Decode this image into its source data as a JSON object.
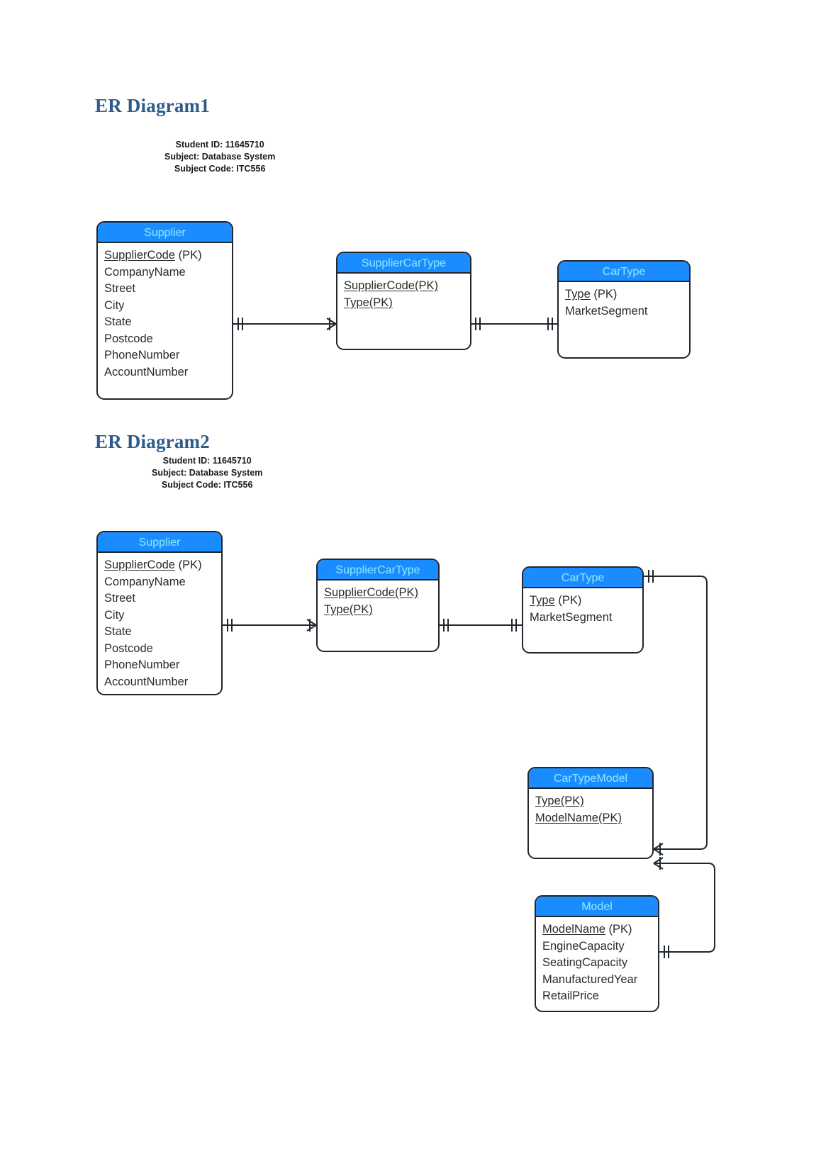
{
  "document": {
    "diagram1": {
      "heading": "ER Diagram1",
      "subtitle": {
        "student_id": "Student ID: 11645710",
        "subject": "Subject: Database System",
        "subject_code": "Subject Code: ITC556"
      }
    },
    "diagram2": {
      "heading": "ER Diagram2",
      "subtitle": {
        "student_id": "Student ID: 11645710",
        "subject": "Subject: Database System",
        "subject_code": "Subject Code: ITC556"
      }
    }
  },
  "colors": {
    "heading": "#2e5c8a",
    "entity_header_bg": "#1a8cff",
    "entity_header_text": "#7fe3ff",
    "entity_border": "#20262e",
    "entity_body_bg": "#ffffff",
    "attribute_text": "#2b2b2b",
    "connector": "#20262e"
  },
  "entities": {
    "d1_supplier": {
      "name": "Supplier",
      "attributes": [
        {
          "pk_name": "SupplierCode",
          "suffix": " (PK)"
        },
        {
          "pk_name": "",
          "suffix": "CompanyName"
        },
        {
          "pk_name": "",
          "suffix": "Street"
        },
        {
          "pk_name": "",
          "suffix": "City"
        },
        {
          "pk_name": "",
          "suffix": "State"
        },
        {
          "pk_name": "",
          "suffix": "Postcode"
        },
        {
          "pk_name": "",
          "suffix": "PhoneNumber"
        },
        {
          "pk_name": "",
          "suffix": "AccountNumber"
        }
      ]
    },
    "d1_suppliercartype": {
      "name": "SupplierCarType",
      "attributes": [
        {
          "pk_name": "SupplierCode(PK)",
          "suffix": ""
        },
        {
          "pk_name": "Type(PK)",
          "suffix": ""
        }
      ]
    },
    "d1_cartype": {
      "name": "CarType",
      "attributes": [
        {
          "pk_name": "Type",
          "suffix": " (PK)"
        },
        {
          "pk_name": "",
          "suffix": "MarketSegment"
        }
      ]
    },
    "d2_supplier": {
      "name": "Supplier",
      "attributes": [
        {
          "pk_name": "SupplierCode",
          "suffix": " (PK)"
        },
        {
          "pk_name": "",
          "suffix": "CompanyName"
        },
        {
          "pk_name": "",
          "suffix": "Street"
        },
        {
          "pk_name": "",
          "suffix": "City"
        },
        {
          "pk_name": "",
          "suffix": "State"
        },
        {
          "pk_name": "",
          "suffix": "Postcode"
        },
        {
          "pk_name": "",
          "suffix": "PhoneNumber"
        },
        {
          "pk_name": "",
          "suffix": "AccountNumber"
        }
      ]
    },
    "d2_suppliercartype": {
      "name": "SupplierCarType",
      "attributes": [
        {
          "pk_name": "SupplierCode(PK)",
          "suffix": ""
        },
        {
          "pk_name": "Type(PK)",
          "suffix": ""
        }
      ]
    },
    "d2_cartype": {
      "name": "CarType",
      "attributes": [
        {
          "pk_name": "Type",
          "suffix": " (PK)"
        },
        {
          "pk_name": "",
          "suffix": "MarketSegment"
        }
      ]
    },
    "d2_cartypemodel": {
      "name": "CarTypeModel",
      "attributes": [
        {
          "pk_name": "Type(PK)",
          "suffix": ""
        },
        {
          "pk_name": "ModelName(PK)",
          "suffix": ""
        }
      ]
    },
    "d2_model": {
      "name": "Model",
      "attributes": [
        {
          "pk_name": "ModelName",
          "suffix": " (PK)"
        },
        {
          "pk_name": "",
          "suffix": "EngineCapacity"
        },
        {
          "pk_name": "",
          "suffix": "SeatingCapacity"
        },
        {
          "pk_name": "",
          "suffix": "ManufacturedYear"
        },
        {
          "pk_name": "",
          "suffix": "RetailPrice"
        }
      ]
    }
  },
  "relationships": [
    {
      "id": "d1-supplier-suppliercartype",
      "from": "Supplier",
      "to": "SupplierCarType",
      "from_cardinality": "one-and-only-one",
      "to_cardinality": "many"
    },
    {
      "id": "d1-suppliercartype-cartype",
      "from": "SupplierCarType",
      "to": "CarType",
      "from_cardinality": "one-and-only-one",
      "to_cardinality": "one-and-only-one"
    },
    {
      "id": "d2-supplier-suppliercartype",
      "from": "Supplier",
      "to": "SupplierCarType",
      "from_cardinality": "one-and-only-one",
      "to_cardinality": "many"
    },
    {
      "id": "d2-suppliercartype-cartype",
      "from": "SupplierCarType",
      "to": "CarType",
      "from_cardinality": "one-and-only-one",
      "to_cardinality": "one-and-only-one"
    },
    {
      "id": "d2-cartype-cartypemodel",
      "from": "CarType",
      "to": "CarTypeModel",
      "from_cardinality": "one-and-only-one",
      "to_cardinality": "many"
    },
    {
      "id": "d2-model-cartypemodel",
      "from": "Model",
      "to": "CarTypeModel",
      "from_cardinality": "one-and-only-one",
      "to_cardinality": "many"
    }
  ]
}
